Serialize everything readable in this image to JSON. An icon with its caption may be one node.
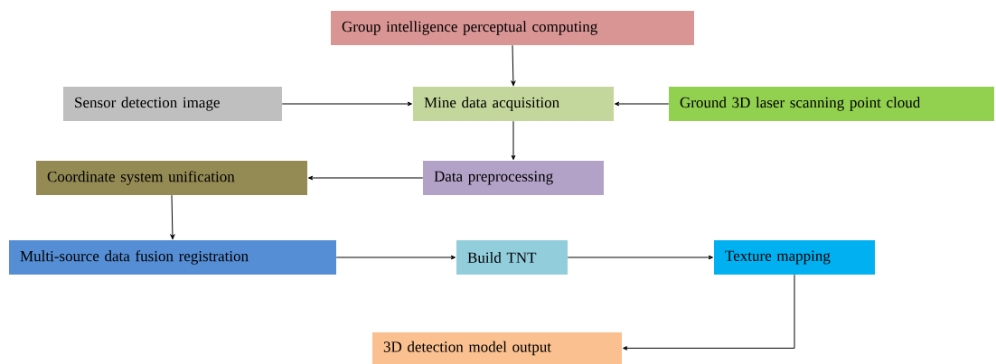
{
  "diagram": {
    "nodes": [
      {
        "text": [
          "Group intelligence perceptual computing"
        ]
      },
      {
        "text": [
          "Sensor detection image"
        ]
      },
      {
        "text": [
          "Mine data acquisition"
        ]
      },
      {
        "text": [
          "Ground 3D laser scanning point cloud"
        ]
      },
      {
        "text": [
          "Data preprocessing"
        ]
      },
      {
        "text": [
          "Coordinate system unification"
        ]
      },
      {
        "text": [
          "Multi-source data fusion registration"
        ]
      },
      {
        "text": [
          "Build TNT"
        ]
      },
      {
        "text": [
          "Texture mapping"
        ]
      },
      {
        "text": [
          "3D detection model output"
        ]
      }
    ],
    "edges": [
      {
        "from": 0,
        "to": 2,
        "arrow": "to"
      },
      {
        "from": 1,
        "to": 2,
        "arrow": "to"
      },
      {
        "from": 3,
        "to": 2,
        "arrow": "to"
      },
      {
        "from": 2,
        "to": 4,
        "arrow": "to"
      },
      {
        "from": 4,
        "to": 5,
        "arrow": "to"
      },
      {
        "from": 5,
        "to": 6,
        "arrow": "to"
      },
      {
        "from": 6,
        "to": 7,
        "arrow": "to"
      },
      {
        "from": 7,
        "to": 8,
        "arrow": "to"
      },
      {
        "from": 8,
        "to": 9,
        "arrow": "to"
      }
    ]
  }
}
